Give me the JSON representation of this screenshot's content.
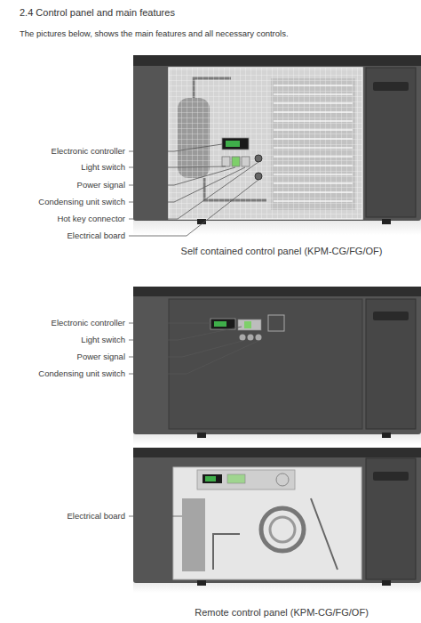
{
  "diagram": {
    "title": "2.4 Control panel and main features",
    "labels": [
      "The pictures below, shows the main features and all necessary controls.",
      "Electronic controller",
      "Light switch",
      "Power signal",
      "Condensing unit switch",
      "Hot key connector",
      "Electrical board",
      "Self contained control panel (KPM-CG/FG/OF)",
      "Electronic controller",
      "Light switch",
      "Power signal",
      "Condensing unit switch",
      "Electrical board",
      "Remote control panel (KPM-CG/FG/OF)"
    ]
  }
}
